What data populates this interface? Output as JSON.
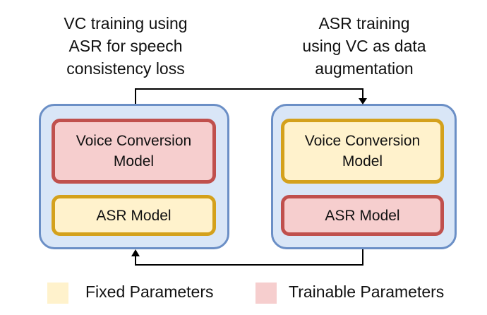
{
  "headings": {
    "left": [
      "VC training using",
      "ASR for speech",
      "consistency loss"
    ],
    "right": [
      "ASR training",
      "using VC as data",
      "augmentation"
    ]
  },
  "panels": {
    "left": {
      "top_box": {
        "lines": [
          "Voice Conversion",
          "Model"
        ],
        "state": "trainable"
      },
      "bottom_box": {
        "lines": [
          "ASR Model"
        ],
        "state": "fixed"
      }
    },
    "right": {
      "top_box": {
        "lines": [
          "Voice Conversion",
          "Model"
        ],
        "state": "fixed"
      },
      "bottom_box": {
        "lines": [
          "ASR Model"
        ],
        "state": "trainable"
      }
    }
  },
  "legend": {
    "fixed": "Fixed Parameters",
    "trainable": "Trainable Parameters"
  },
  "colors": {
    "fixed_fill": "#fff2cc",
    "fixed_border": "#d4a11c",
    "trainable_fill": "#f6cece",
    "trainable_border": "#c0504d",
    "panel_fill": "#d9e6f7",
    "panel_border": "#6b8fc6"
  },
  "icons": {
    "top_connector": "arrow-left-to-right",
    "bottom_connector": "arrow-right-to-left"
  }
}
